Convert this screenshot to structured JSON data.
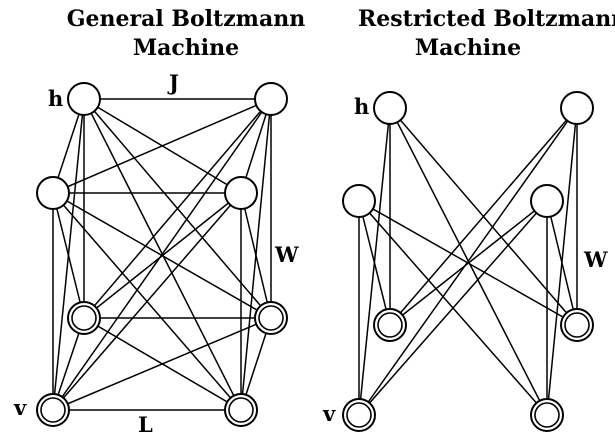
{
  "general": {
    "title_line1": "General Boltzmann",
    "title_line2": "Machine",
    "label_h": "h",
    "label_v": "v",
    "label_J": "J",
    "label_W": "W",
    "label_L": "L"
  },
  "restricted": {
    "title_line1": "Restricted Boltzmann",
    "title_line2": "Machine",
    "label_h": "h",
    "label_v": "v",
    "label_W": "W"
  }
}
